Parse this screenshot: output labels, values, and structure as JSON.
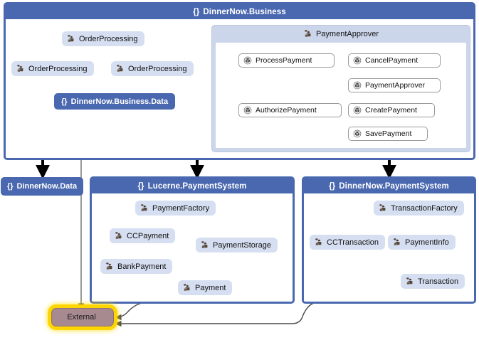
{
  "diagram": {
    "kind": "code-map-dependency-graph",
    "icons": {
      "namespace": "braces-icon",
      "class": "class-icon",
      "method": "method-icon"
    },
    "colors": {
      "namespace_header": "#4a68b0",
      "node_fill": "#d6dff1",
      "subgroup_fill": "#ccd6ea",
      "external_fill": "#a78a8f",
      "highlight_glow": "#ffd500",
      "arrow": "#000000",
      "thin_edge": "#6e6e6e"
    },
    "braces_glyph": "{}"
  },
  "groups": {
    "business": {
      "title": "DinnerNow.Business",
      "nodes": [
        {
          "label": "OrderProcessing",
          "icon": "class-icon"
        },
        {
          "label": "OrderProcessing",
          "icon": "class-icon"
        },
        {
          "label": "OrderProcessing",
          "icon": "class-icon"
        }
      ],
      "namespace_leaf": {
        "label": "DinnerNow.Business.Data",
        "icon": "braces-icon"
      },
      "subgroup": {
        "title": "PaymentApprover",
        "icon": "class-icon",
        "methods_left": [
          {
            "label": "ProcessPayment",
            "icon": "method-icon"
          },
          {
            "label": "AuthorizePayment",
            "icon": "method-icon"
          }
        ],
        "methods_right": [
          {
            "label": "CancelPayment",
            "icon": "method-icon"
          },
          {
            "label": "PaymentApprover",
            "icon": "method-icon"
          },
          {
            "label": "CreatePayment",
            "icon": "method-icon"
          },
          {
            "label": "SavePayment",
            "icon": "method-icon"
          }
        ]
      }
    },
    "dinnernow_data": {
      "label": "DinnerNow.Data",
      "icon": "braces-icon"
    },
    "lucerne": {
      "title": "Lucerne.PaymentSystem",
      "nodes": [
        {
          "label": "PaymentFactory",
          "icon": "class-icon"
        },
        {
          "label": "CCPayment",
          "icon": "class-icon"
        },
        {
          "label": "PaymentStorage",
          "icon": "class-icon"
        },
        {
          "label": "BankPayment",
          "icon": "class-icon"
        },
        {
          "label": "Payment",
          "icon": "class-icon"
        }
      ]
    },
    "dinnernow_payment": {
      "title": "DinnerNow.PaymentSystem",
      "nodes": [
        {
          "label": "TransactionFactory",
          "icon": "class-icon"
        },
        {
          "label": "CCTransaction",
          "icon": "class-icon"
        },
        {
          "label": "PaymentInfo",
          "icon": "class-icon"
        },
        {
          "label": "Transaction",
          "icon": "class-icon"
        }
      ]
    },
    "external": {
      "label": "External",
      "selected": true
    }
  }
}
